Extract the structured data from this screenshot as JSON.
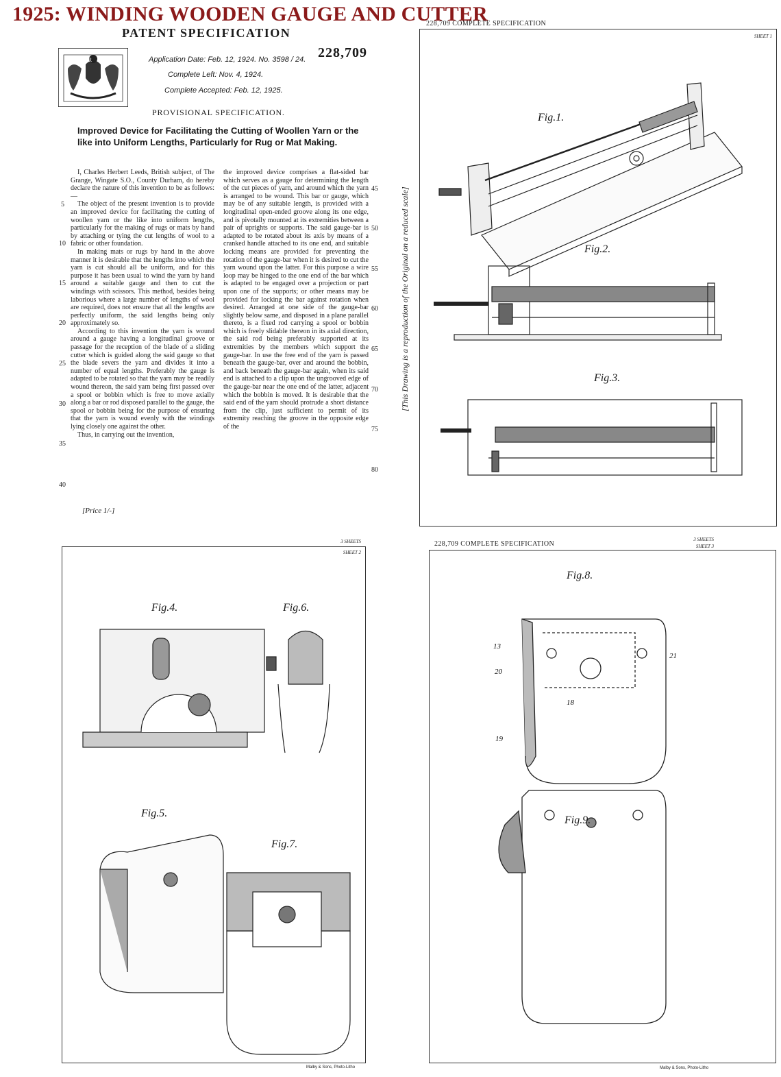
{
  "banner": "1925: WINDING WOODEN GAUGE AND CUTTER",
  "spec": {
    "heading": "PATENT SPECIFICATION",
    "application_date": "Application Date: Feb. 12, 1924.  No. 3598 / 24.",
    "complete_left": "Complete Left: Nov. 4, 1924.",
    "complete_accepted": "Complete Accepted: Feb. 12, 1925.",
    "patent_number": "228,709",
    "provisional": "PROVISIONAL SPECIFICATION.",
    "title": "Improved Device for Facilitating the Cutting of Woollen Yarn or the like into Uniform Lengths, Particularly for Rug or Mat Making.",
    "col1": [
      "I, Charles Herbert Leeds, British subject, of The Grange, Wingate S.O., County Durham, do hereby declare the nature of this invention to be as follows:—",
      "The object of the present invention is to provide an improved device for facilitating the cutting of woollen yarn or the like into uniform lengths, particularly for the making of rugs or mats by hand by attaching or tying the cut lengths of wool to a fabric or other foundation.",
      "In making mats or rugs by hand in the above manner it is desirable that the lengths into which the yarn is cut should all be uniform, and for this purpose it has been usual to wind the yarn by hand around a suitable gauge and then to cut the windings with scissors. This method, besides being laborious where a large number of lengths of wool are required, does not ensure that all the lengths are perfectly uniform, the said lengths being only approximately so.",
      "According to this invention the yarn is wound around a gauge having a longitudinal groove or passage for the reception of the blade of a sliding cutter which is guided along the said gauge so that the blade severs the yarn and divides it into a number of equal lengths. Preferably the gauge is adapted to be rotated so that the yarn may be readily wound thereon, the said yarn being first passed over a spool or bobbin which is free to move axially along a bar or rod disposed parallel to the gauge, the spool or bobbin being for the purpose of ensuring that the yarn is wound evenly with the windings lying closely one against the other.",
      "Thus, in carrying out the invention,"
    ],
    "col2": [
      "the improved device comprises a flat-sided bar which serves as a gauge for determining the length of the cut pieces of yarn, and around which the yarn is arranged to be wound. This bar or gauge, which may be of any suitable length, is provided with a longitudinal open-ended groove along its one edge, and is pivotally mounted at its extremities between a pair of uprights or supports. The said gauge-bar is adapted to be rotated about its axis by means of a cranked handle attached to its one end, and suitable locking means are provided for preventing the rotation of the gauge-bar when it is desired to cut the yarn wound upon the latter. For this purpose a wire loop may be hinged to the one end of the bar which is adapted to be engaged over a projection or part upon one of the supports; or other means may be provided for locking the bar against rotation when desired. Arranged at one side of the gauge-bar slightly below same, and disposed in a plane parallel thereto, is a fixed rod carrying a spool or bobbin which is freely slidable thereon in its axial direction, the said rod being preferably supported at its extremities by the members which support the gauge-bar. In use the free end of the yarn is passed beneath the gauge-bar, over and around the bobbin, and back beneath the gauge-bar again, when its said end is attached to a clip upon the ungrooved edge of the gauge-bar near the one end of the latter, adjacent which the bobbin is moved. It is desirable that the said end of the yarn should protrude a short distance from the clip, just sufficient to permit of its extremity reaching the groove in the opposite edge of the"
    ],
    "line_numbers_left": [
      "5",
      "10",
      "15",
      "20",
      "25",
      "30",
      "35",
      "40"
    ],
    "line_numbers_right": [
      "45",
      "50",
      "55",
      "60",
      "65",
      "70",
      "75",
      "80"
    ],
    "price": "[Price 1/-]"
  },
  "sheet1": {
    "header": "228,709  COMPLETE SPECIFICATION",
    "sheet_label": "SHEET 1",
    "vertical_note": "[This Drawing is a reproduction of the Original on a reduced scale]",
    "figures": [
      "Fig.1.",
      "Fig.2.",
      "Fig.3."
    ]
  },
  "sheet2": {
    "sheets_label": "3 SHEETS",
    "sheet_label": "SHEET 2",
    "figures": [
      "Fig.4.",
      "Fig.6.",
      "Fig.5.",
      "Fig.7."
    ],
    "litho": "Malby & Sons, Photo-Litho"
  },
  "sheet3": {
    "header": "228,709  COMPLETE SPECIFICATION",
    "sheets_label": "3 SHEETS",
    "sheet_label": "SHEET 3",
    "figures": [
      "Fig.8.",
      "Fig.9."
    ],
    "litho": "Malby & Sons, Photo-Litho"
  },
  "colors": {
    "banner": "#8b1a1a",
    "ink": "#1a1a1a"
  }
}
